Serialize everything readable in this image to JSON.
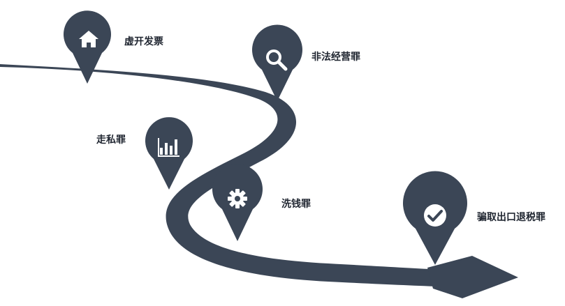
{
  "colors": {
    "road": "#3b4656",
    "pin": "#3b4656",
    "icon": "#ffffff",
    "text": "#1f2530",
    "background": "#ffffff"
  },
  "milestones": [
    {
      "id": "m1",
      "label": "虚开发票",
      "icon": "house-icon"
    },
    {
      "id": "m2",
      "label": "非法经营罪",
      "icon": "magnifier-icon"
    },
    {
      "id": "m3",
      "label": "走私罪",
      "icon": "bar-chart-icon"
    },
    {
      "id": "m4",
      "label": "洗钱罪",
      "icon": "gear-icon"
    },
    {
      "id": "m5",
      "label": "骗取出口退税罪",
      "icon": "checkmark-icon"
    }
  ]
}
